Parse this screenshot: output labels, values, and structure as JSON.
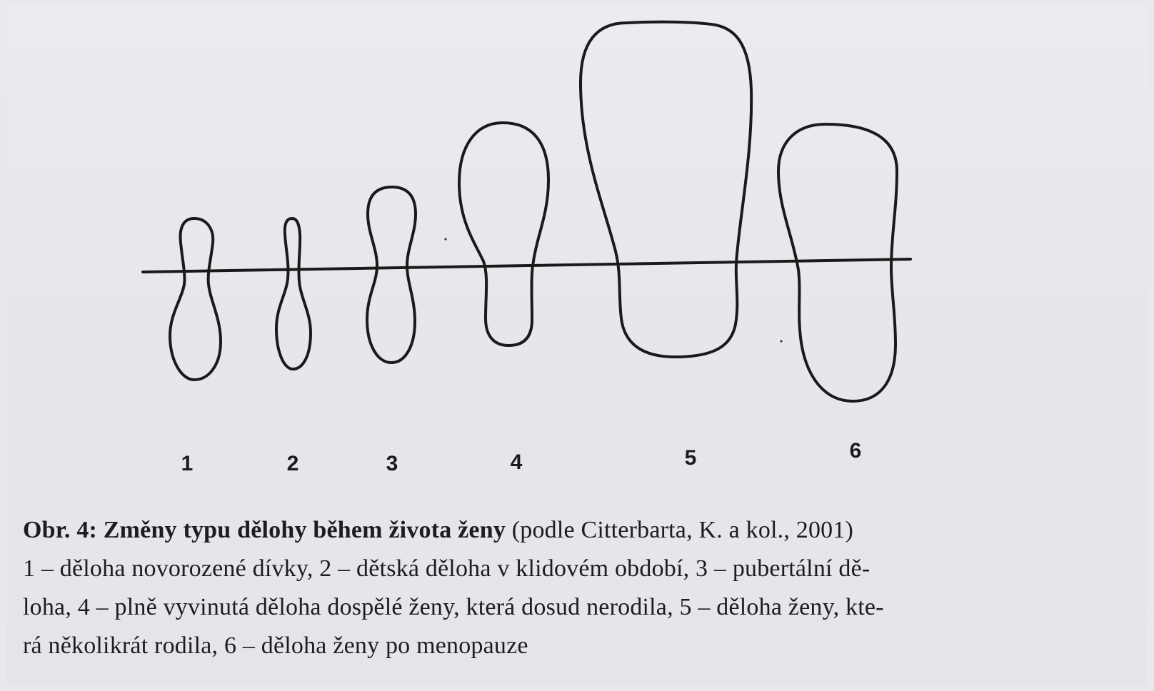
{
  "figure": {
    "labels": [
      "1",
      "2",
      "3",
      "4",
      "5",
      "6"
    ]
  },
  "caption": {
    "title_bold": "Obr. 4: Změny typu dělohy během života ženy",
    "title_rest": " (podle Citterbarta, K. a kol., 2001)",
    "line1": "1 – děloha novorozené dívky, 2 – dětská děloha v klidovém období, 3 – pubertální dě-",
    "line2": "loha, 4 – plně vyvinutá děloha dospělé ženy, která dosud nerodila, 5 – děloha ženy, kte-",
    "line3": "rá několikrát rodila, 6 – děloha ženy po menopauze"
  }
}
